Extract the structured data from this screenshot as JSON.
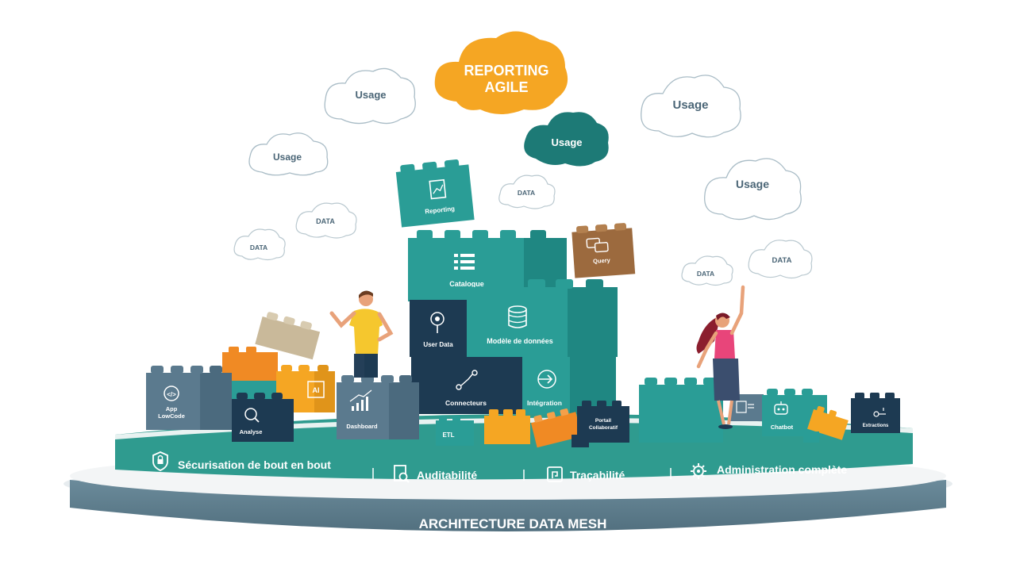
{
  "header": {
    "main_cloud_line1": "REPORTING",
    "main_cloud_line2": "AGILE"
  },
  "clouds": [
    {
      "label": "Usage",
      "style": "outline"
    },
    {
      "label": "Usage",
      "style": "outline"
    },
    {
      "label": "Usage",
      "style": "filled"
    },
    {
      "label": "Usage",
      "style": "outline"
    },
    {
      "label": "Usage",
      "style": "outline"
    },
    {
      "label": "DATA",
      "style": "outline"
    },
    {
      "label": "DATA",
      "style": "outline"
    },
    {
      "label": "DATA",
      "style": "outline"
    },
    {
      "label": "DATA",
      "style": "outline"
    },
    {
      "label": "DATA",
      "style": "outline"
    }
  ],
  "blocks": {
    "reporting": "Reporting",
    "query": "Query",
    "catalogue": "Catalogue",
    "user_data": "User Data",
    "modele": "Modèle de données",
    "connecteurs": "Connecteurs",
    "integration": "Intégration",
    "app_line1": "App",
    "app_line2": "LowCode",
    "analyse": "Analyse",
    "ai": "AI",
    "dashboard": "Dashboard",
    "etl": "ETL",
    "portail_line1": "Portail",
    "portail_line2": "Collaboratif",
    "chatbot": "Chatbot",
    "extractions": "Extractions"
  },
  "features": [
    {
      "label": "Sécurisation de bout en bout",
      "icon": "shield-lock-icon"
    },
    {
      "label": "Auditabilité",
      "icon": "audit-search-icon"
    },
    {
      "label": "Traçabilité",
      "icon": "trace-icon"
    },
    {
      "label": "Administration complète",
      "icon": "gear-admin-icon"
    }
  ],
  "footer": {
    "base_label": "ARCHITECTURE DATA MESH"
  },
  "colors": {
    "teal": "#2a9d96",
    "teal_dark": "#1d7a76",
    "navy": "#1d3a52",
    "slate": "#5b7a8e",
    "orange": "#f5a623",
    "brown": "#9c6a3e",
    "base": "#5f8092",
    "platform": "#2f9b8f"
  }
}
